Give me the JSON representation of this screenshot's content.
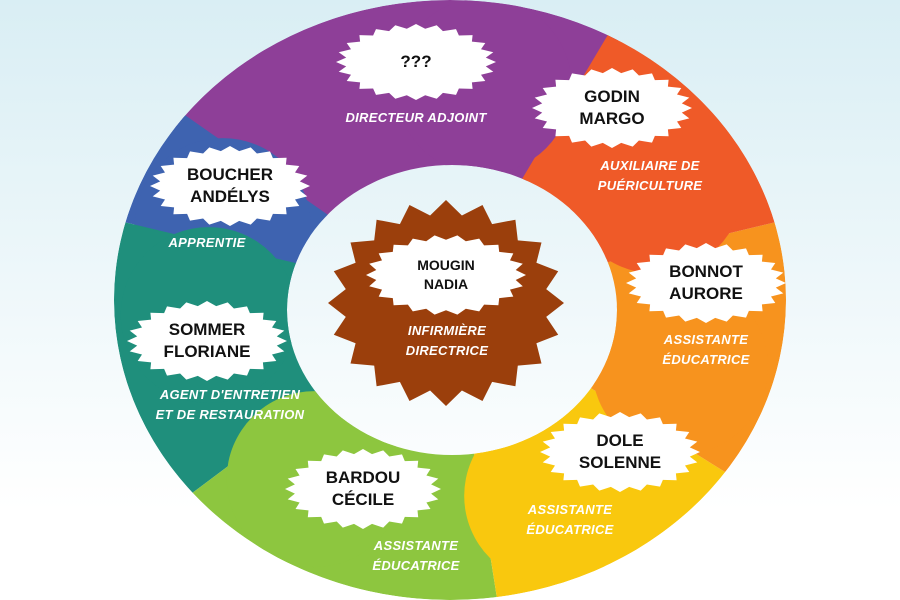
{
  "colors": {
    "purple": "#8e3f98",
    "red": "#ef5a28",
    "orange": "#f7931e",
    "yellow": "#f9c80e",
    "green": "#8dc63f",
    "teal": "#1f8f7c",
    "blue": "#3e63b0",
    "center": "#9b3f0c"
  },
  "center": {
    "name1": "MOUGIN",
    "name2": "NADIA",
    "role1": "INFIRMIÈRE",
    "role2": "DIRECTRICE"
  },
  "members": [
    {
      "name1": "???",
      "name2": "",
      "role1": "DIRECTEUR ADJOINT",
      "role2": ""
    },
    {
      "name1": "GODIN",
      "name2": "MARGO",
      "role1": "AUXILIAIRE DE",
      "role2": "PUÉRICULTURE"
    },
    {
      "name1": "BONNOT",
      "name2": "AURORE",
      "role1": "ASSISTANTE",
      "role2": "ÉDUCATRICE"
    },
    {
      "name1": "DOLE",
      "name2": "SOLENNE",
      "role1": "ASSISTANTE",
      "role2": "ÉDUCATRICE"
    },
    {
      "name1": "BARDOU",
      "name2": "CÉCILE",
      "role1": "ASSISTANTE",
      "role2": "ÉDUCATRICE"
    },
    {
      "name1": "SOMMER",
      "name2": "FLORIANE",
      "role1": "AGENT D'ENTRETIEN",
      "role2": "ET DE RESTAURATION"
    },
    {
      "name1": "BOUCHER",
      "name2": "ANDÉLYS",
      "role1": "APPRENTIE",
      "role2": ""
    }
  ]
}
